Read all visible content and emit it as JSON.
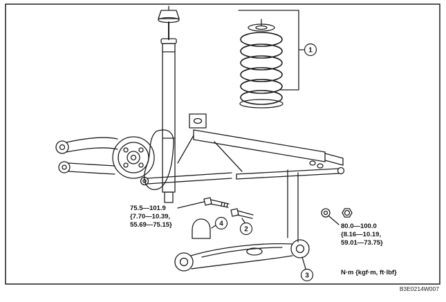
{
  "figure": {
    "background": "#ffffff",
    "line_color": "#1c1c1c",
    "id_label": "B3E0214W007",
    "units_note": "N·m {kgf·m, ft·lbf}"
  },
  "callouts": {
    "spring": "1",
    "bolt": "2",
    "lower_arm": "3",
    "bump_stopper": "4"
  },
  "torque_specs": {
    "left": {
      "line1": "75.5—101.9",
      "line2": "{7.70—10.39,",
      "line3": "55.69—75.15}"
    },
    "right": {
      "line1": "80.0—100.0",
      "line2": "{8.16—10.19,",
      "line3": "59.01—73.75}"
    }
  }
}
